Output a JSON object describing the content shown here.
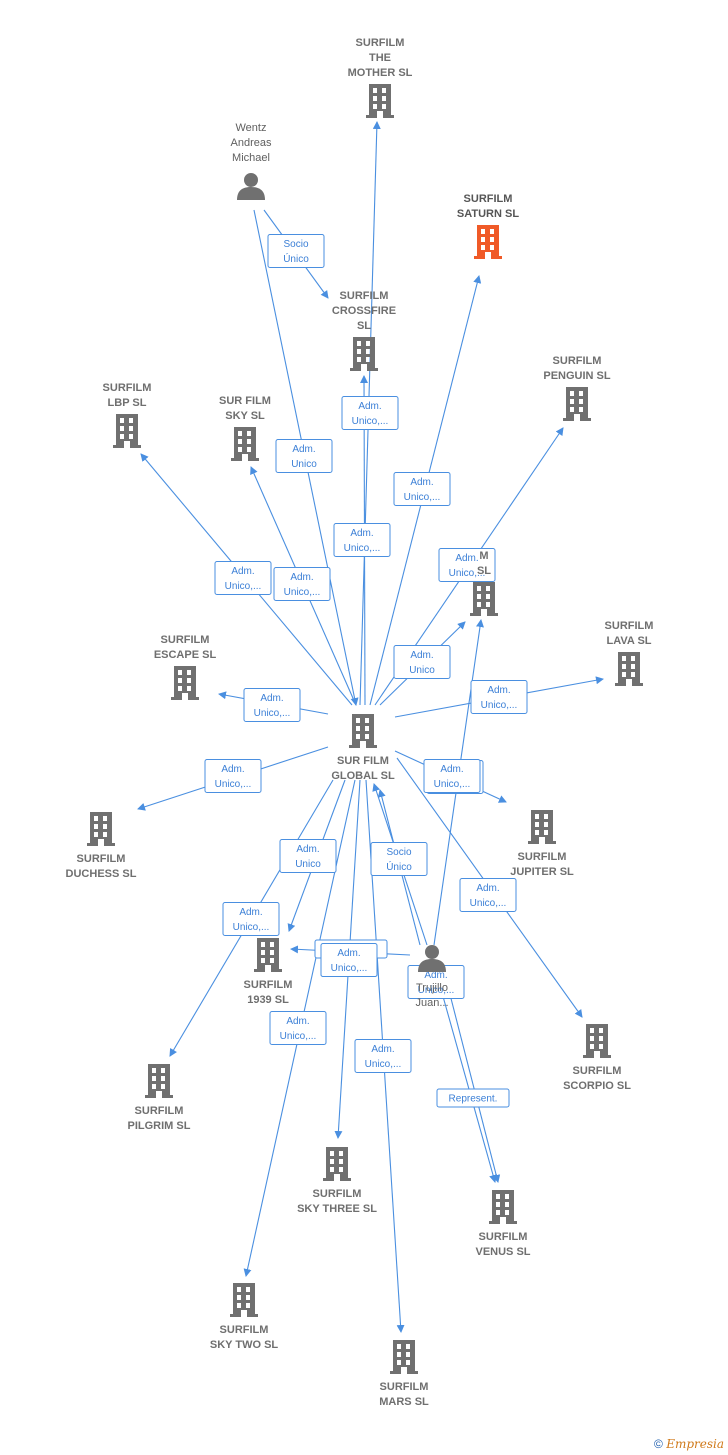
{
  "colors": {
    "edge": "#4a8fe0",
    "node_default": "#707070",
    "node_focus": "#f05a28"
  },
  "icons": {
    "company": "building-icon",
    "person": "person-icon"
  },
  "nodes": [
    {
      "id": "mother",
      "type": "company",
      "label": [
        "SURFILM",
        "THE",
        "MOTHER  SL"
      ]
    },
    {
      "id": "wentz",
      "type": "person",
      "label": [
        "Wentz",
        "Andreas",
        "Michael"
      ]
    },
    {
      "id": "saturn",
      "type": "company",
      "focus": true,
      "label": [
        "SURFILM",
        "SATURN  SL"
      ]
    },
    {
      "id": "crossfire",
      "type": "company",
      "label": [
        "SURFILM",
        "CROSSFIRE",
        "SL"
      ]
    },
    {
      "id": "penguin",
      "type": "company",
      "label": [
        "SURFILM",
        "PENGUIN  SL"
      ]
    },
    {
      "id": "lbp",
      "type": "company",
      "label": [
        "SURFILM",
        "LBP  SL"
      ]
    },
    {
      "id": "sky",
      "type": "company",
      "label": [
        "SUR FILM",
        "SKY  SL"
      ]
    },
    {
      "id": "hidden",
      "type": "company",
      "label": [
        "M",
        "SL"
      ]
    },
    {
      "id": "escape",
      "type": "company",
      "label": [
        "SURFILM",
        "ESCAPE  SL"
      ]
    },
    {
      "id": "lava",
      "type": "company",
      "label": [
        "SURFILM",
        "LAVA  SL"
      ]
    },
    {
      "id": "global",
      "type": "company",
      "label": [
        "SUR FILM",
        "GLOBAL  SL"
      ]
    },
    {
      "id": "duchess",
      "type": "company",
      "label": [
        "SURFILM",
        "DUCHESS  SL"
      ]
    },
    {
      "id": "jupiter",
      "type": "company",
      "label": [
        "SURFILM",
        "JUPITER  SL"
      ]
    },
    {
      "id": "s1939",
      "type": "company",
      "label": [
        "SURFILM",
        "1939  SL"
      ]
    },
    {
      "id": "trujillo",
      "type": "person",
      "label": [
        "Trujillo",
        "Juan..."
      ]
    },
    {
      "id": "scorpio",
      "type": "company",
      "label": [
        "SURFILM",
        "SCORPIO  SL"
      ]
    },
    {
      "id": "pilgrim",
      "type": "company",
      "label": [
        "SURFILM",
        "PILGRIM  SL"
      ]
    },
    {
      "id": "skythree",
      "type": "company",
      "label": [
        "SURFILM",
        "SKY THREE  SL"
      ]
    },
    {
      "id": "venus",
      "type": "company",
      "label": [
        "SURFILM",
        "VENUS  SL"
      ]
    },
    {
      "id": "skytwo",
      "type": "company",
      "label": [
        "SURFILM",
        "SKY TWO  SL"
      ]
    },
    {
      "id": "mars",
      "type": "company",
      "label": [
        "SURFILM",
        "MARS  SL"
      ]
    }
  ],
  "edges": [
    {
      "from": "wentz",
      "to": "crossfire",
      "label": [
        "Socio",
        "Único"
      ]
    },
    {
      "from": "wentz",
      "to": "global",
      "label": [
        "Adm.",
        "Unico"
      ]
    },
    {
      "from": "global",
      "to": "crossfire",
      "label": [
        "Adm.",
        "Unico,..."
      ]
    },
    {
      "from": "global",
      "to": "mother",
      "label": [
        "Adm.",
        "Unico,..."
      ]
    },
    {
      "from": "global",
      "to": "saturn",
      "label": [
        "Adm.",
        "Unico,..."
      ]
    },
    {
      "from": "global",
      "to": "penguin",
      "label": [
        "Adm.",
        "Unico,..."
      ]
    },
    {
      "from": "global",
      "to": "lbp",
      "label": [
        "Adm.",
        "Unico,..."
      ]
    },
    {
      "from": "global",
      "to": "sky",
      "label": [
        "Adm.",
        "Unico,..."
      ]
    },
    {
      "from": "global",
      "to": "hidden",
      "label": [
        "Adm.",
        "Unico"
      ]
    },
    {
      "from": "global",
      "to": "escape",
      "label": [
        "Adm.",
        "Unico,..."
      ]
    },
    {
      "from": "global",
      "to": "lava",
      "label": [
        "Adm.",
        "Unico,..."
      ]
    },
    {
      "from": "global",
      "to": "duchess",
      "label": [
        "Adm.",
        "Unico,..."
      ]
    },
    {
      "from": "global",
      "to": "jupiter",
      "label": [
        "Adm.",
        "Unico,..."
      ]
    },
    {
      "from": "global",
      "to": "scorpio",
      "label": [
        "Adm.",
        "Unico,..."
      ]
    },
    {
      "from": "global",
      "to": "s1939",
      "label": [
        "Adm.",
        "Unico"
      ]
    },
    {
      "from": "global",
      "to": "pilgrim",
      "label": [
        "Adm.",
        "Unico,..."
      ]
    },
    {
      "from": "global",
      "to": "skythree",
      "label": [
        "Adm.",
        "Unico,..."
      ]
    },
    {
      "from": "global",
      "to": "skytwo",
      "label": [
        "Adm.",
        "Unico,..."
      ]
    },
    {
      "from": "global",
      "to": "mars",
      "label": [
        "Adm.",
        "Unico,..."
      ]
    },
    {
      "from": "trujillo",
      "to": "global",
      "label": [
        "Socio",
        "Único"
      ]
    },
    {
      "from": "trujillo",
      "to": "hidden",
      "label": [
        "Adm.",
        "Unico,..."
      ]
    },
    {
      "from": "trujillo",
      "to": "s1939",
      "label": [
        "Represent."
      ]
    },
    {
      "from": "trujillo",
      "to": "venus",
      "label": [
        "Represent."
      ]
    },
    {
      "from": "trujillo",
      "to": "venus",
      "label": [
        "Adm.",
        "Unico,..."
      ]
    },
    {
      "from": "trujillo",
      "to": "global",
      "label": [
        "Adm.",
        "Unico,..."
      ]
    }
  ],
  "footer": {
    "copyright": "©",
    "brand": "Empresia"
  }
}
